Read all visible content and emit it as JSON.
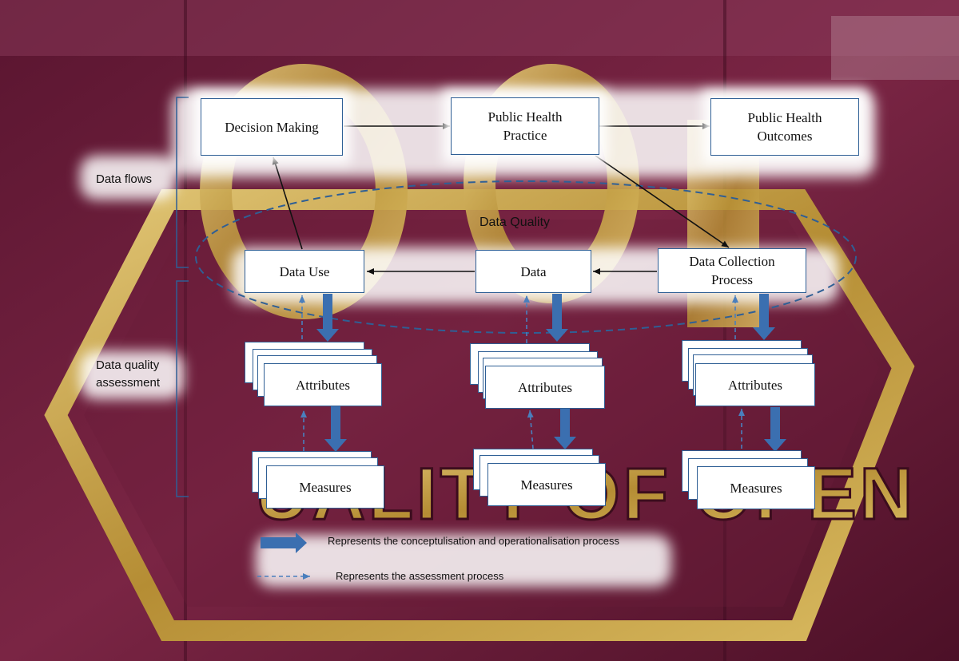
{
  "sections": {
    "flows": "Data flows",
    "assessment_line1": "Data quality",
    "assessment_line2": "assessment"
  },
  "nodes": {
    "decision_making": "Decision Making",
    "practice_line1": "Public Health",
    "practice_line2": "Practice",
    "outcomes_line1": "Public Health",
    "outcomes_line2": "Outcomes",
    "data_use": "Data Use",
    "data": "Data",
    "collection_line1": "Data Collection",
    "collection_line2": "Process"
  },
  "ellipse_label": "Data Quality",
  "columns": [
    {
      "attributes": "Attributes",
      "measures": "Measures"
    },
    {
      "attributes": "Attributes",
      "measures": "Measures"
    },
    {
      "attributes": "Attributes",
      "measures": "Measures"
    }
  ],
  "legend": {
    "solid_text": "Represents the conceptulisation and operationalisation process",
    "dashed_text": "Represents the assessment process"
  },
  "background_sign_text": "UALITY OF OPEN",
  "colors": {
    "background": "#6e1f3c",
    "gold": "#c9a64b",
    "box_border": "#2f5f95",
    "thick_arrow": "#3b6fb0",
    "dashed_arrow": "#4a7fbd"
  }
}
